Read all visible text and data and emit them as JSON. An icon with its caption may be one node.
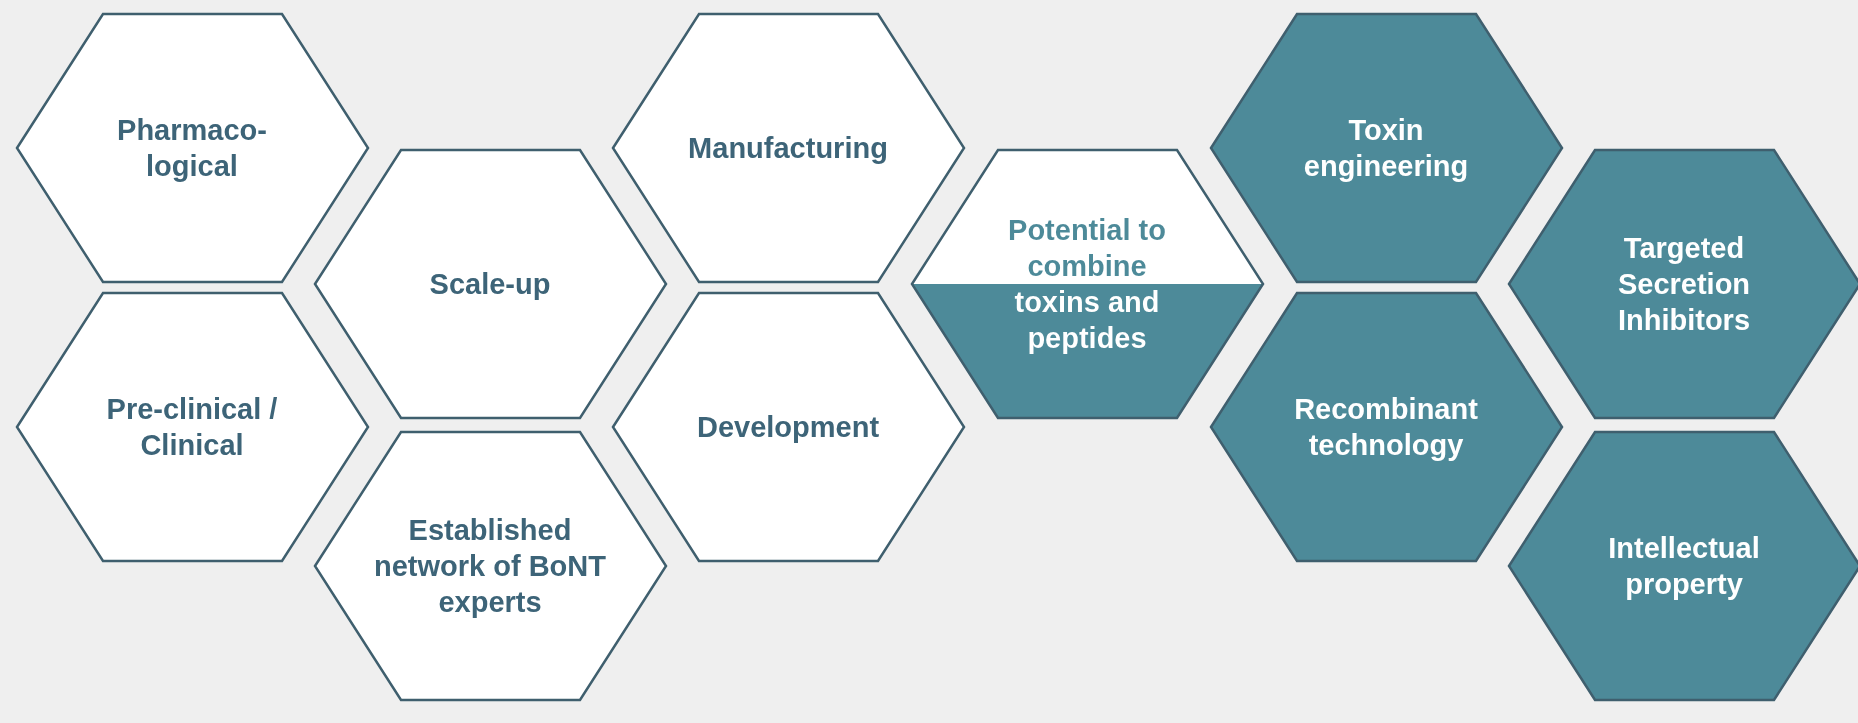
{
  "diagram": {
    "nodes": [
      {
        "text": [
          "Pharmaco-logical"
        ]
      },
      {
        "text": [
          "Pre-clinical / Clinical"
        ]
      },
      {
        "text": [
          "Scale-up"
        ]
      },
      {
        "text": [
          "Established network of BoNT experts"
        ]
      },
      {
        "text": [
          "Manufacturing"
        ]
      },
      {
        "text": [
          "Development"
        ]
      },
      {
        "text": [
          "Potential to combine toxins and peptides"
        ]
      },
      {
        "text": [
          "Toxin engineering"
        ]
      },
      {
        "text": [
          "Recombinant technology"
        ]
      },
      {
        "text": [
          "Targeted Secretion Inhibitors"
        ]
      },
      {
        "text": [
          "Intellectual property"
        ]
      }
    ]
  }
}
